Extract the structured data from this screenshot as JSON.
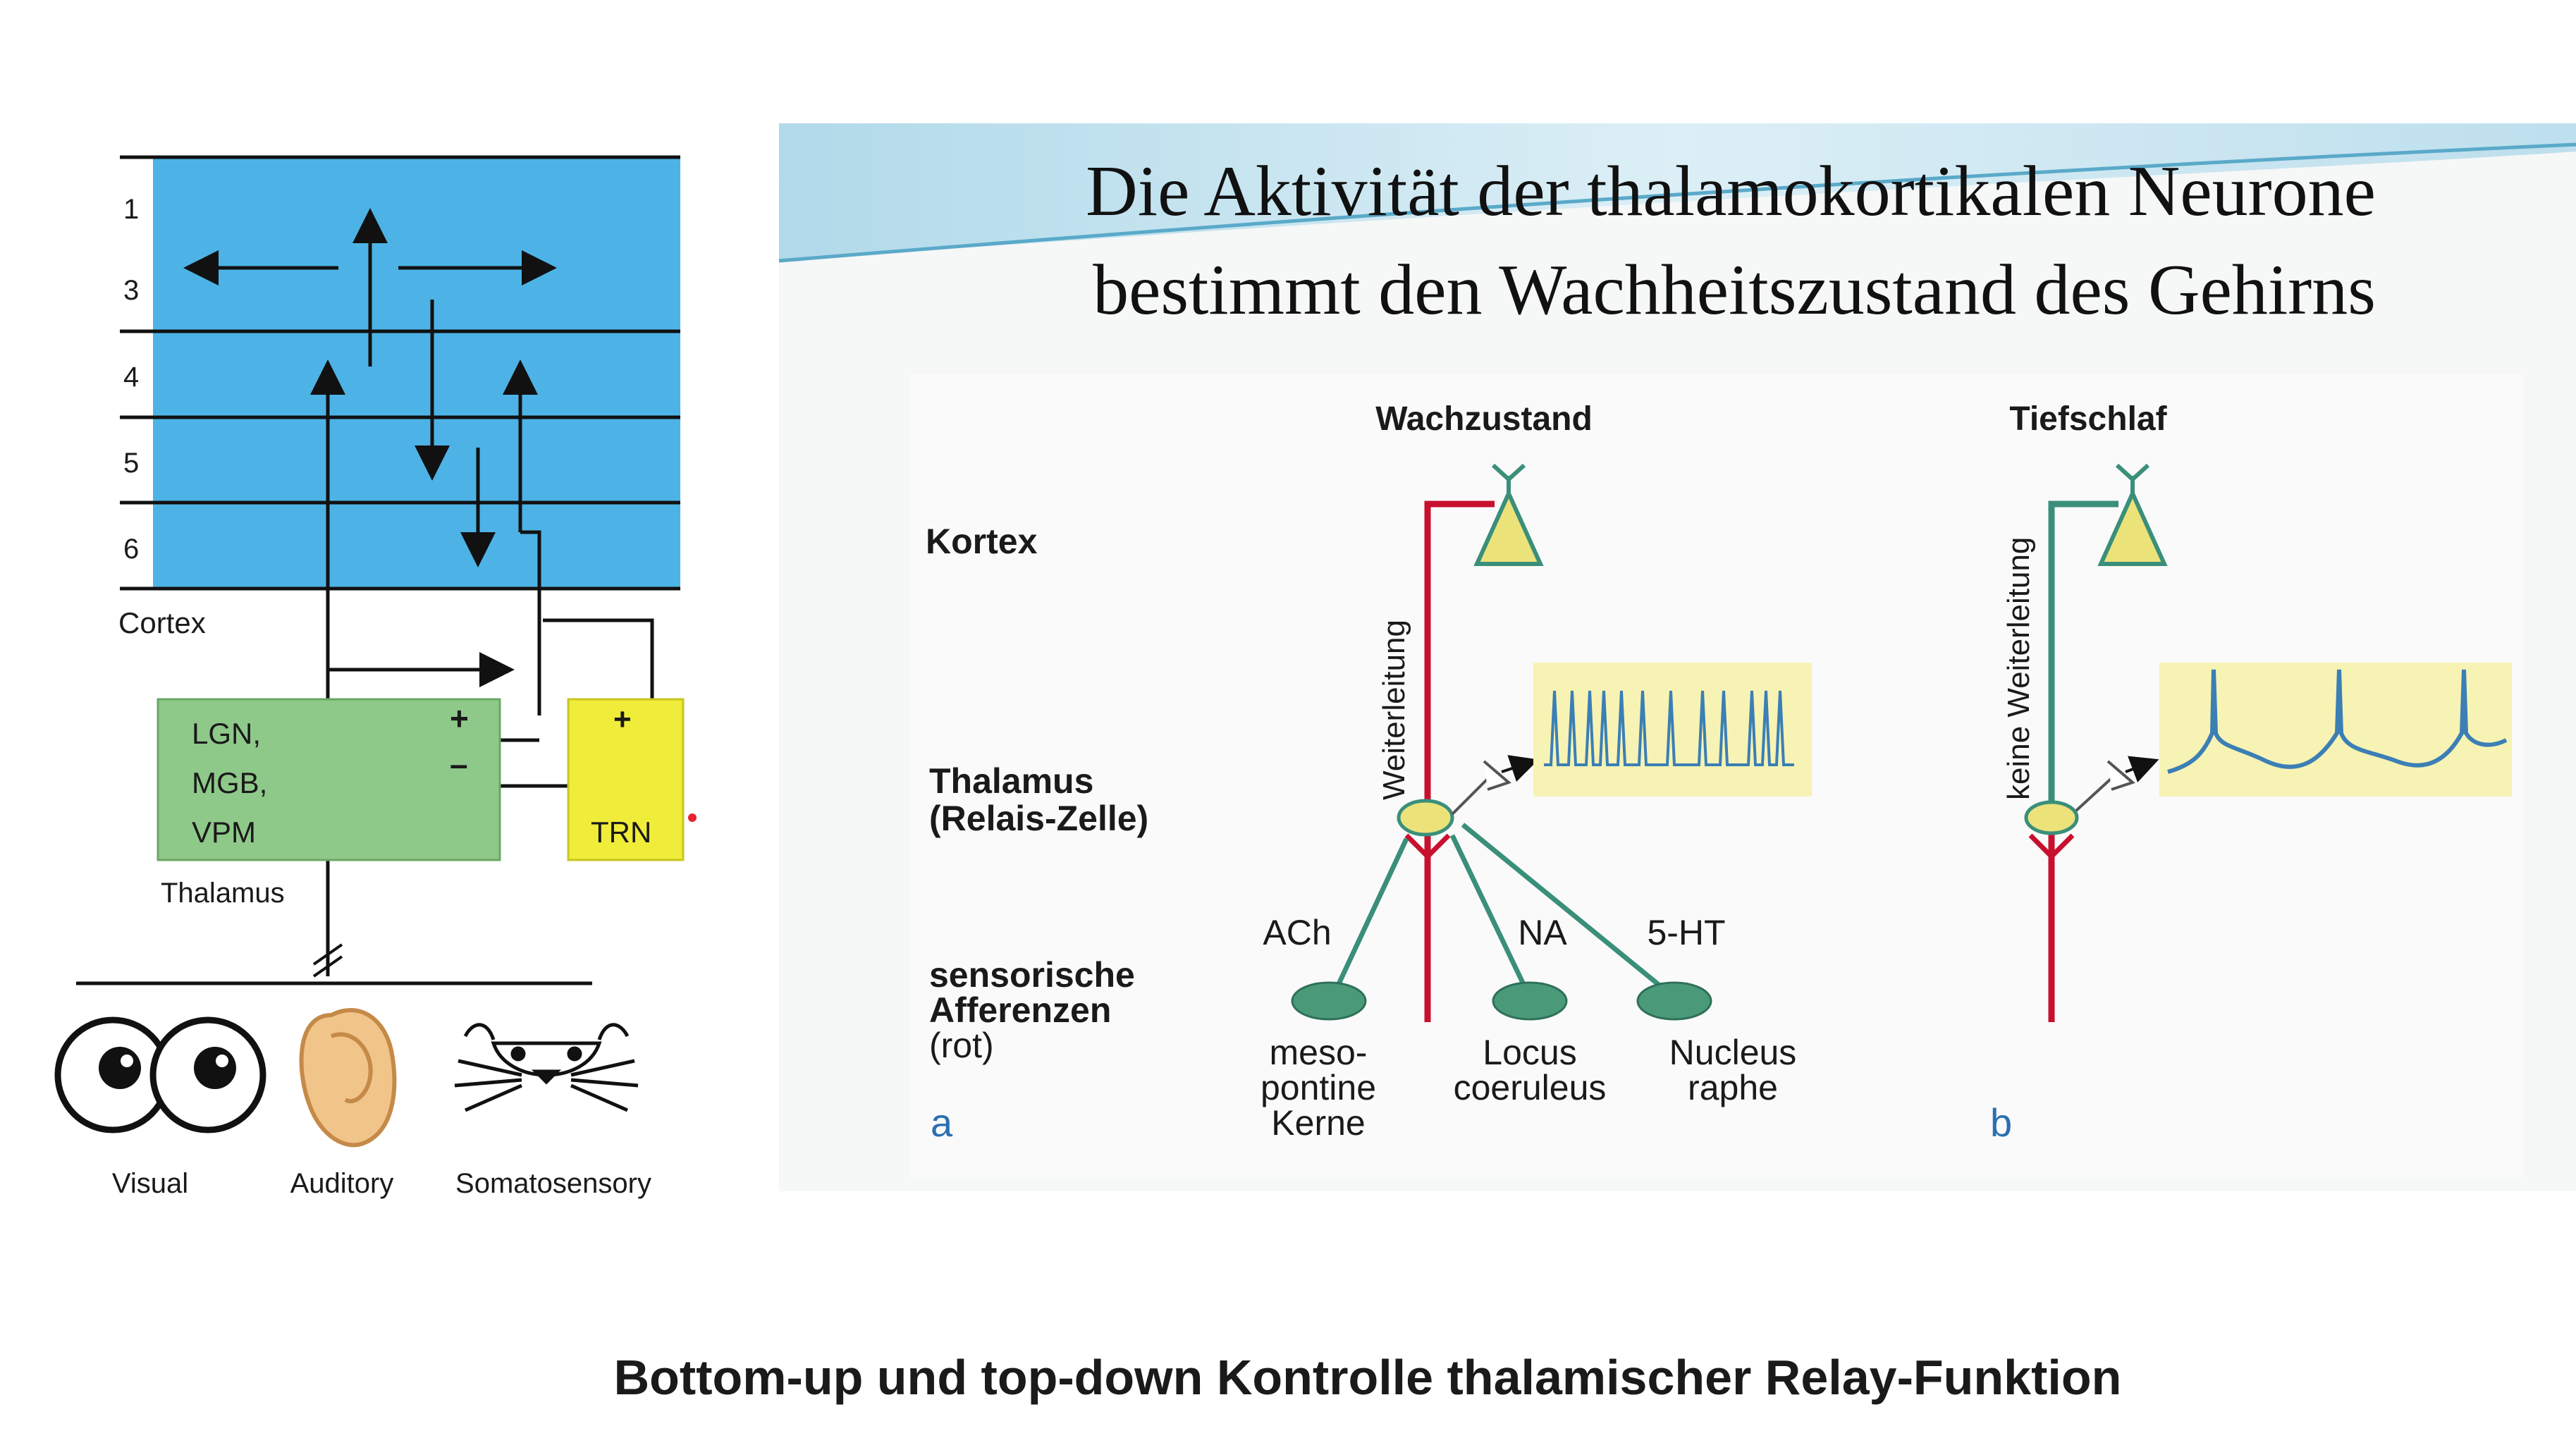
{
  "slide": {
    "title_line1": "Die Aktivität der thalamokortikalen Neurone",
    "title_line2": "bestimmt den Wachheitszustand des Gehirns",
    "caption": "Bottom-up und top-down Kontrolle thalamischer Relay-Funktion"
  },
  "left_diagram": {
    "layers": [
      "1",
      "3",
      "4",
      "5",
      "6"
    ],
    "cortex_label": "Cortex",
    "thalamus_nuclei": [
      "LGN,",
      "MGB,",
      "VPM"
    ],
    "thalamus_label": "Thalamus",
    "trn_label": "TRN",
    "plus": "+",
    "minus": "–",
    "senses": [
      "Visual",
      "Auditory",
      "Somatosensory"
    ]
  },
  "right_diagram": {
    "panel_a_title": "Wachzustand",
    "panel_b_title": "Tiefschlaf",
    "row_kortex": "Kortex",
    "row_thalamus_1": "Thalamus",
    "row_thalamus_2": "(Relais-Zelle)",
    "row_afferent_1": "sensorische",
    "row_afferent_2": "Afferenzen",
    "row_afferent_3": "(rot)",
    "weiterleitung": "Weiterleitung",
    "keine_weiterleitung": "keine Weiterleitung",
    "transmitters": [
      "ACh",
      "NA",
      "5-HT"
    ],
    "nuclei": {
      "meso": [
        "meso-",
        "pontine",
        "Kerne"
      ],
      "locus": [
        "Locus",
        "coeruleus"
      ],
      "raphe": [
        "Nucleus",
        "raphe"
      ]
    },
    "panel_a_letter": "a",
    "panel_b_letter": "b"
  },
  "colors": {
    "cortex_blue": "#4db3e6",
    "thalamus_green": "#8fc98a",
    "trn_yellow": "#f0ec3a",
    "pyramid_yellow": "#ece27a",
    "trace_bg": "#f7f3b4",
    "red_axon": "#c8102e",
    "teal_axon": "#3a8f7a",
    "spike_blue": "#3b7fb5",
    "nucleus_green": "#4a9a7a"
  }
}
